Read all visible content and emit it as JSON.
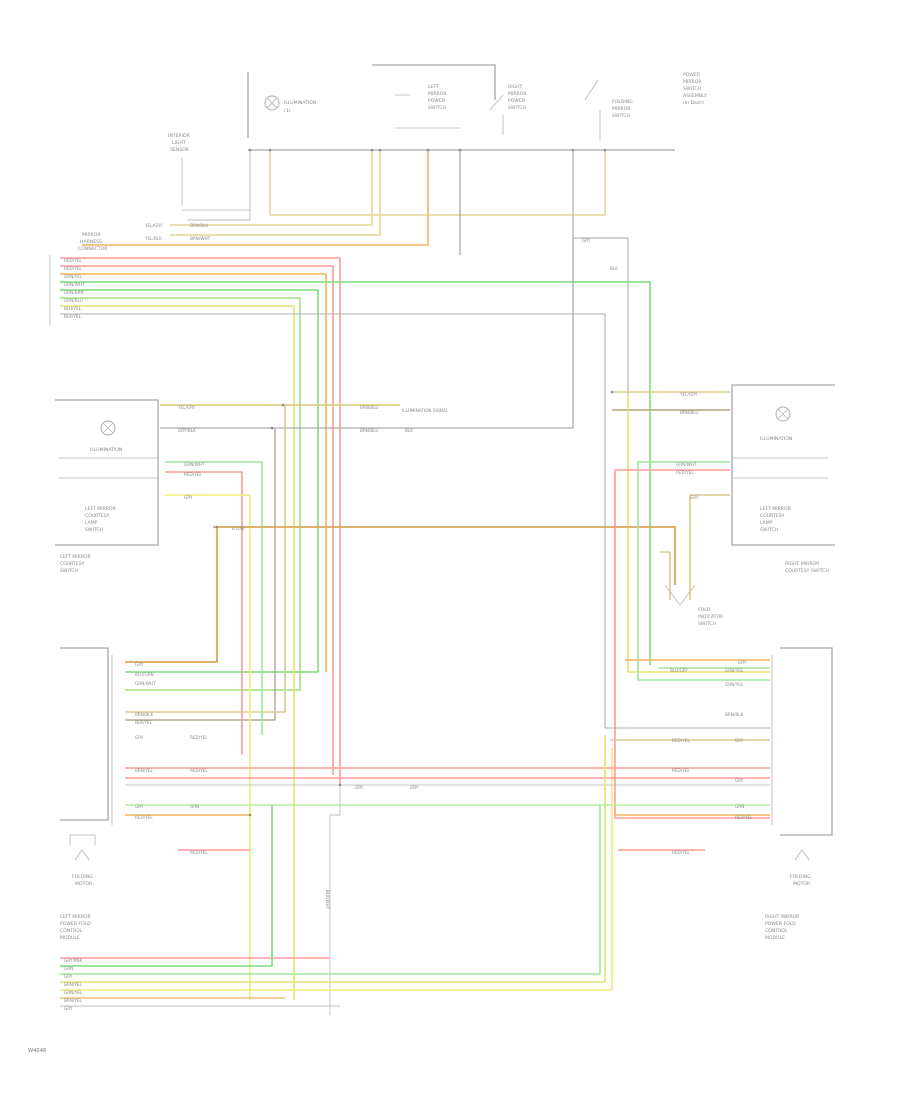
{
  "components": {
    "sw_illum_label": "ILLUMINATION",
    "sw_illum_id": "(1)",
    "left_mirror_switch": [
      "LEFT",
      "MIRROR",
      "POWER",
      "SWITCH"
    ],
    "right_mirror_switch": [
      "RIGHT",
      "MIRROR",
      "POWER",
      "SWITCH"
    ],
    "folding_switch": [
      "FOLDING",
      "MIRROR",
      "SWITCH"
    ],
    "power_mirror_switch_assy": [
      "POWER",
      "MIRROR",
      "SWITCH",
      "ASSEMBLY",
      "(In Dash)"
    ],
    "interior_light_sensor": [
      "INTERIOR",
      "LIGHT",
      "SENSOR"
    ],
    "harness_connector": [
      "MIRROR",
      "HARNESS",
      "CONNECTOR"
    ],
    "left_mirror_illum": "ILLUMINATION",
    "left_mirror_lamp": [
      "LEFT MIRROR",
      "COURTESY",
      "LAMP",
      "SWITCH"
    ],
    "left_mirror_caption": [
      "LEFT MIRROR",
      "COURTESY",
      "SWITCH"
    ],
    "right_mirror_illum": "ILLUMINATION",
    "right_mirror_lamp": [
      "LEFT MIRROR",
      "COURTESY",
      "LAMP",
      "SWITCH"
    ],
    "right_mirror_caption": [
      "RIGHT MIRROR",
      "COURTESY SWITCH"
    ],
    "fold_indicator": [
      "FOLD",
      "INDICATOR",
      "SWITCH"
    ],
    "left_motor": [
      "FOLDING",
      "MOTOR"
    ],
    "right_motor": [
      "FOLDING",
      "MOTOR"
    ],
    "left_module": [
      "LEFT MIRROR",
      "POWER FOLD",
      "CONTROL",
      "MODULE"
    ],
    "right_module": [
      "RIGHT MIRROR",
      "POWER FOLD",
      "CONTROL",
      "MODULE"
    ],
    "ref_code": "W4046"
  },
  "wire_labels": {
    "top_1": "YEL/GRY",
    "top_2": "BRN/BLU",
    "top_3": "YEL/BLK",
    "top_4": "BRN/WHT",
    "left_group": [
      "RED/YEL",
      "RED/YEL",
      "ORN/YEL",
      "GRN/WHT",
      "GRN/BRN",
      "GRN/BLU",
      "BLU/YEL",
      "BLK/YEL"
    ],
    "bus_note": "ILLUMINATION SIGNAL",
    "mid_1": "YEL/GRY",
    "mid_2": "BRN/BLU",
    "mid_3": "GRY/BLK",
    "mid_4": "BRN/BLU",
    "ill_net": "ILLUM.",
    "blk": "BLK",
    "gry": "GRY",
    "blk_2": "BLK",
    "l_sw_1": "GRN/WHT",
    "l_sw_2": "RED/YEL",
    "l_sw_3": "GRY",
    "r_sw_1": "GRN/WHT",
    "r_sw_2": "RED/YEL",
    "r_sw_3": "GRY",
    "r_in_1": "YEL/GRY",
    "r_in_2": "BRN/BLU",
    "center_1": "GRY",
    "gry_2": "GRY",
    "lm_1": "GRY",
    "lm_2": "BLU/GRN",
    "lm_3": "GRN/WHT",
    "lm_4": "BRN/BLK",
    "lm_5": "BLK/YEL",
    "lm_6": "GRY",
    "lm_7": "RED/YEL",
    "lm_8": "BRN/YEL",
    "lm_9": "RED/YEL",
    "lm_10": "GRY",
    "lm_11": "GRN",
    "lm_12": "RED/YEL",
    "lm_13": "RED/YEL",
    "rm_1": "GRY",
    "rm_2": "BLU/GRY",
    "rm_3": "GRN/YEL",
    "rm_4": "GRN/YEL",
    "rm_5": "BRN/BLK",
    "rm_6": "GRY",
    "rm_7": "RED/YEL",
    "rm_8": "RED/YEL",
    "rm_9": "GRY",
    "rm_10": "GRN",
    "rm_11": "RED/YEL",
    "rm_12": "RED/YEL",
    "center_blk": "BLK/WHT",
    "bottom_group": [
      "GRY/PNK",
      "GRN",
      "GRY",
      "BRN/YEL",
      "GRN/YEL",
      "BRN/YEL",
      "GRY"
    ]
  },
  "colors": {
    "gray": "#a9a9a9",
    "black": "#6e6e6e",
    "red": "#ff8f8f",
    "orange": "#f2b45c",
    "yellow": "#e9e96a",
    "green": "#7fdc7f",
    "lightgreen": "#b8ef9c",
    "tan": "#d9cc8e",
    "brown": "#b99b6a"
  }
}
